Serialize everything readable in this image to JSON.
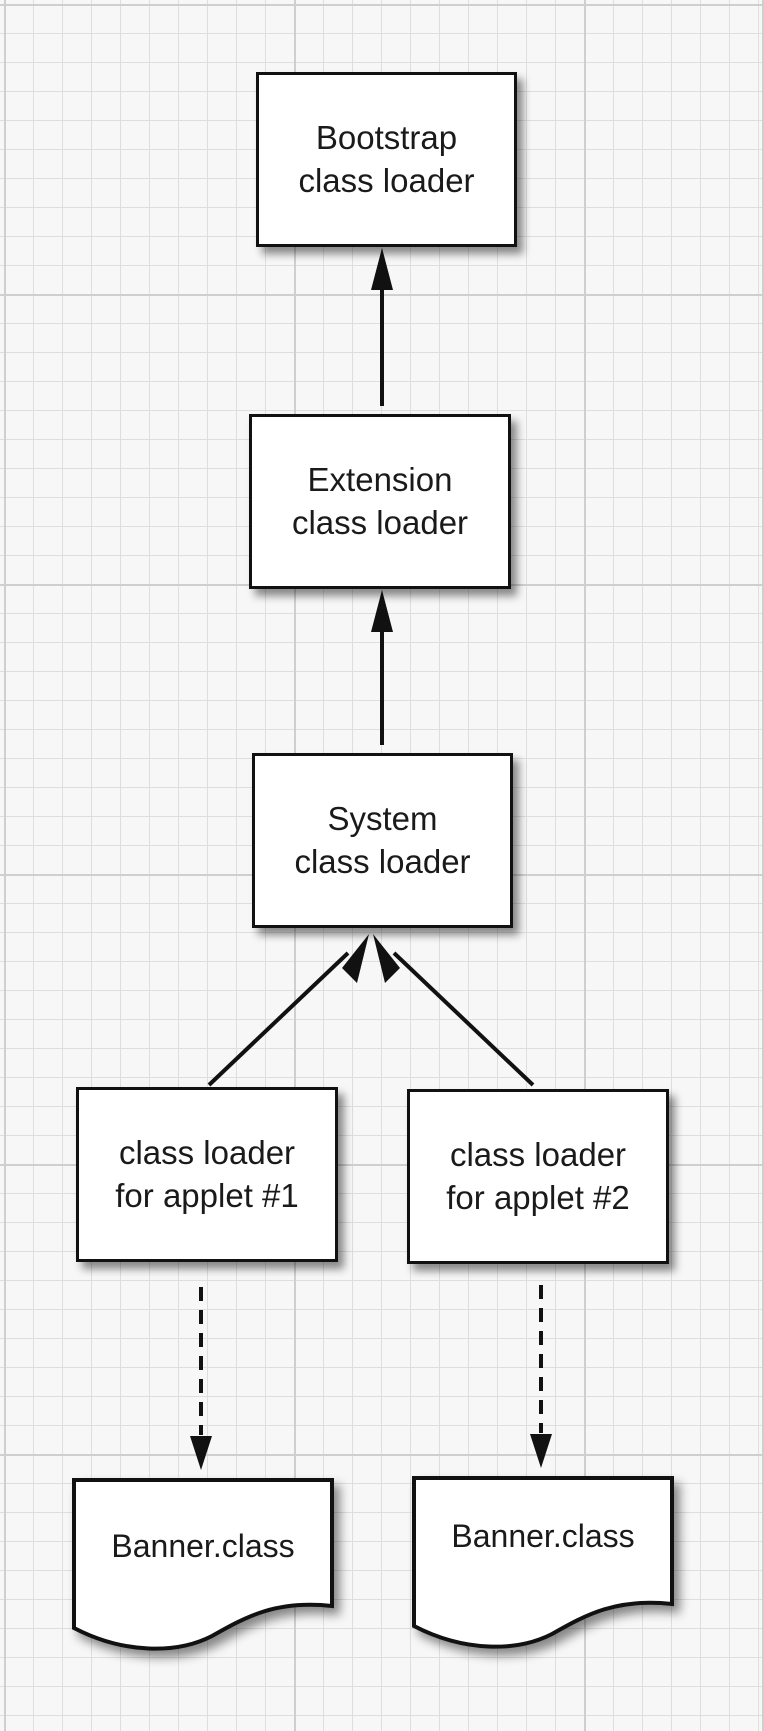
{
  "nodes": {
    "bootstrap": {
      "line1": "Bootstrap",
      "line2": "class loader"
    },
    "extension": {
      "line1": "Extension",
      "line2": "class loader"
    },
    "system": {
      "line1": "System",
      "line2": "class loader"
    },
    "applet1": {
      "line1": "class loader",
      "line2": "for applet #1"
    },
    "applet2": {
      "line1": "class loader",
      "line2": "for applet #2"
    }
  },
  "documents": {
    "banner1": {
      "label": "Banner.class"
    },
    "banner2": {
      "label": "Banner.class"
    }
  },
  "edges": [
    {
      "from": "extension",
      "to": "bootstrap",
      "style": "solid"
    },
    {
      "from": "system",
      "to": "extension",
      "style": "solid"
    },
    {
      "from": "applet1",
      "to": "system",
      "style": "solid"
    },
    {
      "from": "applet2",
      "to": "system",
      "style": "solid"
    },
    {
      "from": "applet1",
      "to": "banner1",
      "style": "dashed"
    },
    {
      "from": "applet2",
      "to": "banner2",
      "style": "dashed"
    }
  ]
}
